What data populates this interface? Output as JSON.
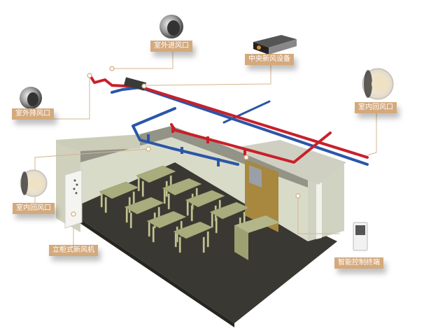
{
  "labels": {
    "outdoor_intake": "室外进风口",
    "central_unit": "中央新风设备",
    "outdoor_exhaust": "室外排风口",
    "indoor_return_right": "室内回风口",
    "indoor_return_left": "室内回风口",
    "cabinet_unit": "立柜式新风机",
    "smart_terminal": "智能控制终端"
  },
  "colors": {
    "label_bg": "#d4a97c",
    "supply_pipe": "#c8202a",
    "return_pipe": "#2a56a8",
    "leader_line": "#d4b48e"
  }
}
